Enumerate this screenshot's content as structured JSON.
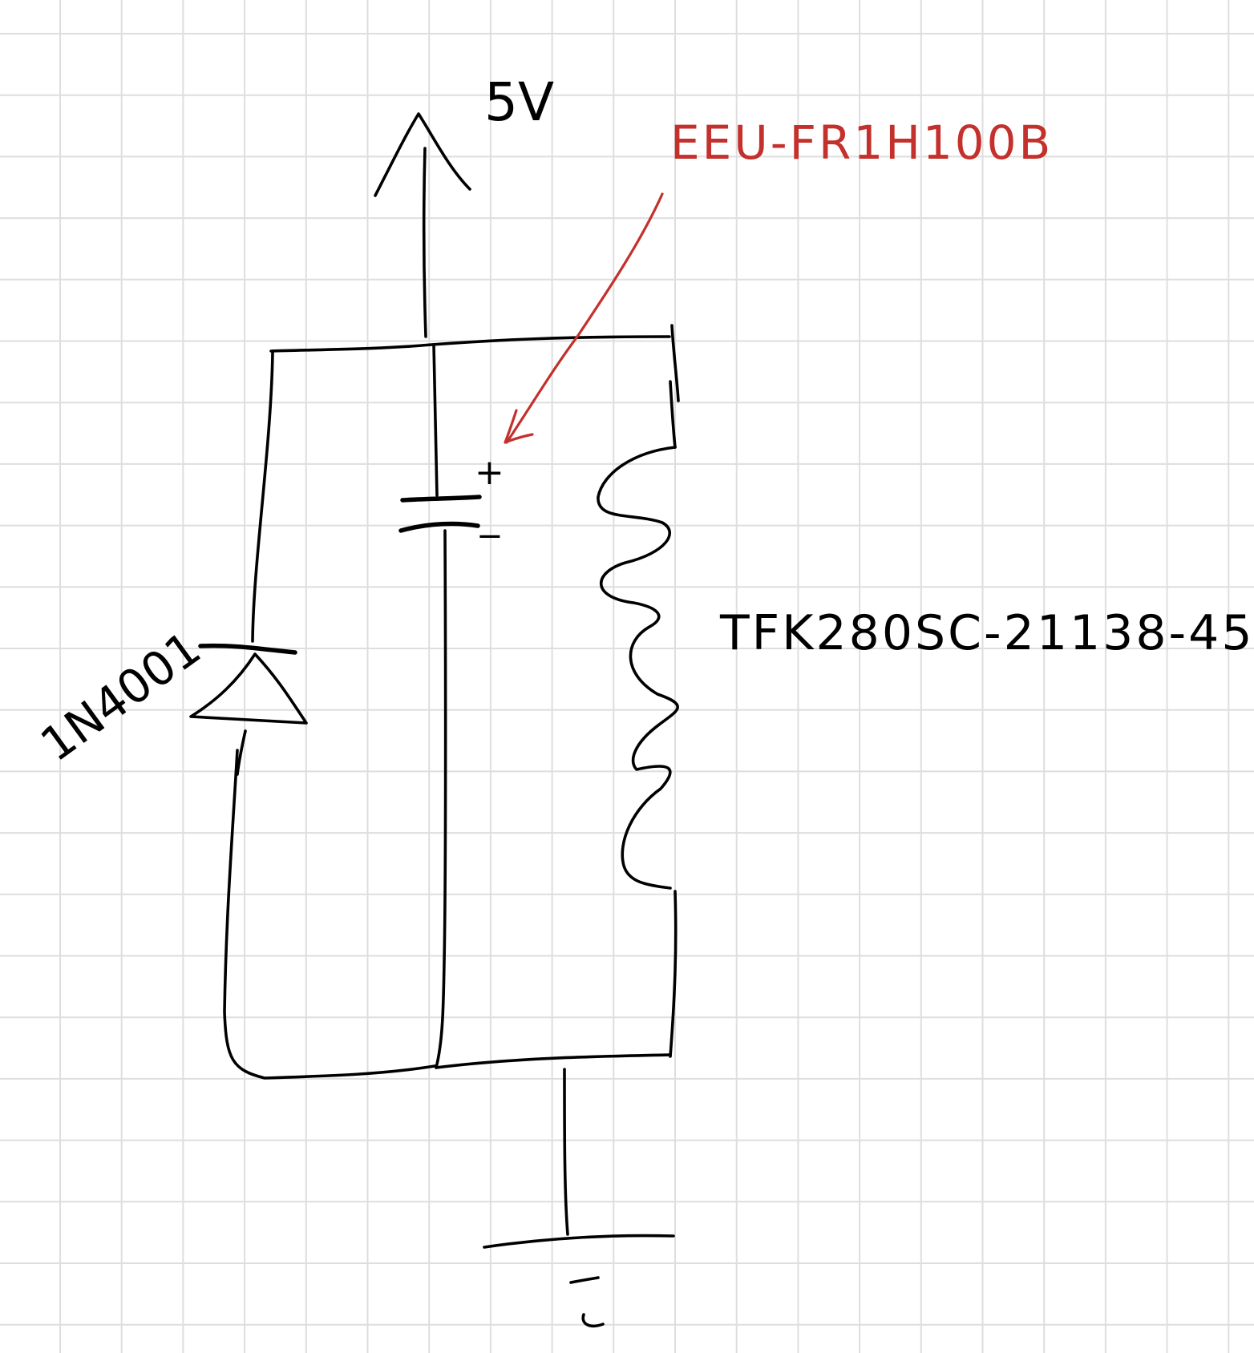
{
  "diagram": {
    "supply_label": "5V",
    "capacitor_part": "EEU-FR1H100B",
    "capacitor_plus": "+",
    "capacitor_minus": "−",
    "diode_part": "1N4001",
    "coil_part": "TFK280SC-21138-45"
  },
  "colors": {
    "background": "#ffffff",
    "grid": "#dedede",
    "ink": "#000000",
    "annotation": "#c4302b"
  }
}
